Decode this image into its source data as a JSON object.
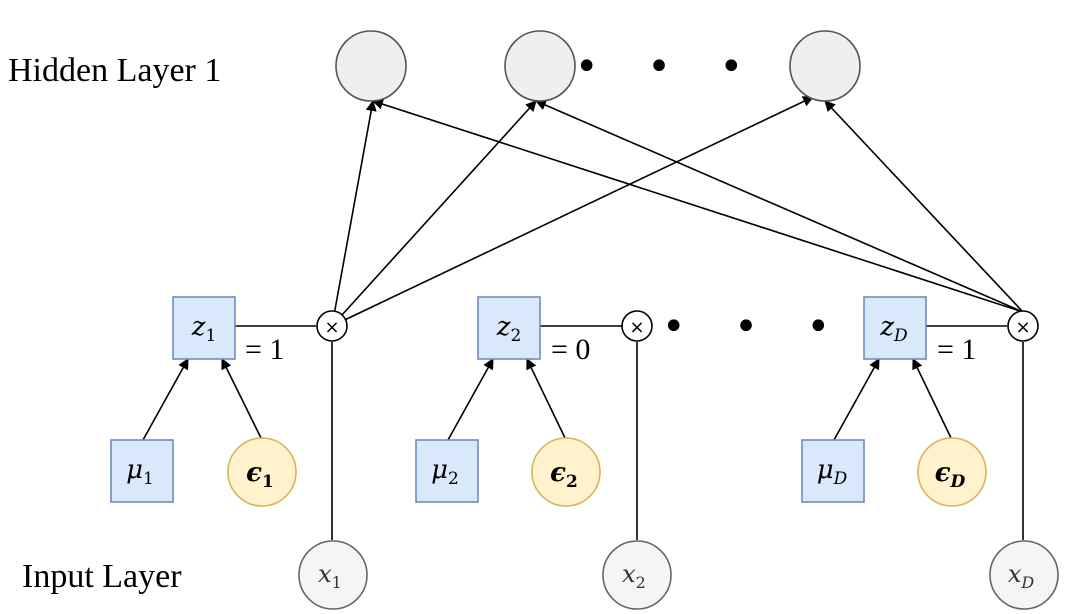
{
  "labels": {
    "hidden_layer": "Hidden Layer 1",
    "input_layer": "Input Layer"
  },
  "ellipsis": "• • •",
  "gates": [
    {
      "z_base": "z",
      "z_sub": "1",
      "mu_base": "μ",
      "mu_sub": "1",
      "eps_base": "ϵ",
      "eps_sub": "1",
      "x_base": "x",
      "x_sub": "1",
      "value": "= 1",
      "multiply": "×"
    },
    {
      "z_base": "z",
      "z_sub": "2",
      "mu_base": "μ",
      "mu_sub": "2",
      "eps_base": "ϵ",
      "eps_sub": "2",
      "x_base": "x",
      "x_sub": "2",
      "value": "= 0",
      "multiply": "×"
    },
    {
      "z_base": "z",
      "z_sub": "D",
      "mu_base": "μ",
      "mu_sub": "D",
      "eps_base": "ϵ",
      "eps_sub": "D",
      "x_base": "x",
      "x_sub": "D",
      "value": "= 1",
      "multiply": "×"
    }
  ],
  "colors": {
    "hidden_node_fill": "#efefef",
    "square_fill": "#dae8fc",
    "square_stroke": "#6c8ebf",
    "eps_fill": "#fff2cc",
    "eps_stroke": "#d6b656",
    "input_fill": "#f5f5f5",
    "input_stroke": "#666666",
    "line": "#000000"
  }
}
